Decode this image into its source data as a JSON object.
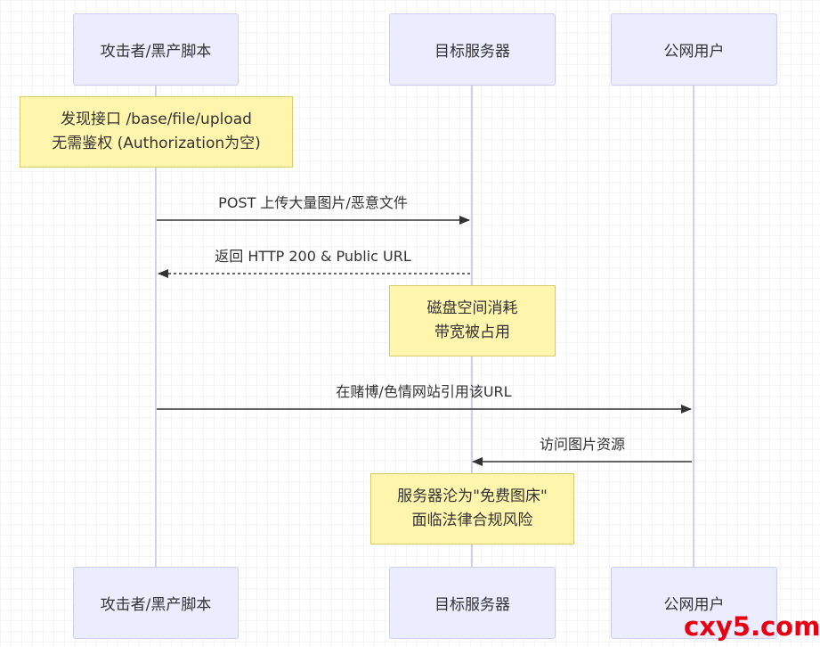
{
  "actors": {
    "attacker": "攻击者/黑产脚本",
    "server": "目标服务器",
    "users": "公网用户"
  },
  "notes": {
    "discover": [
      "发现接口 /base/file/upload",
      "无需鉴权 (Authorization为空)"
    ],
    "disk": [
      "磁盘空间消耗",
      "带宽被占用"
    ],
    "imgbed": [
      "服务器沦为\"免费图床\"",
      "面临法律合规风险"
    ]
  },
  "messages": {
    "upload": "POST 上传大量图片/恶意文件",
    "reply": "返回 HTTP 200 & Public URL",
    "cite": "在赌博/色情网站引用该URL",
    "visit": "访问图片资源"
  },
  "watermark": "cxy5.com",
  "colors": {
    "actor_fill": "#ececff",
    "note_fill": "#fff5ad",
    "line": "#333333",
    "watermark": "#e60012"
  }
}
